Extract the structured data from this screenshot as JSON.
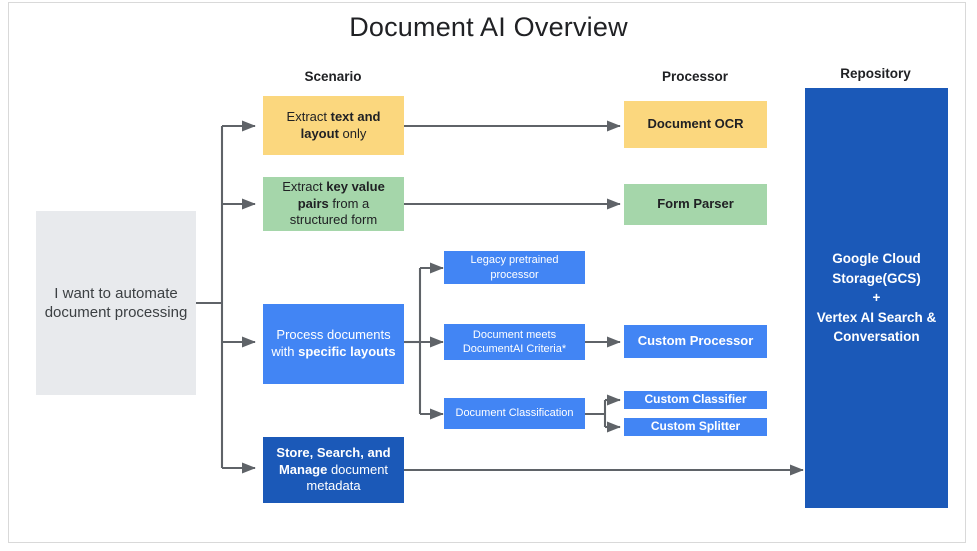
{
  "title": "Document AI Overview",
  "columns": [
    {
      "id": "scenario",
      "label": "Scenario"
    },
    {
      "id": "processor",
      "label": "Processor"
    },
    {
      "id": "repository",
      "label": "Repository"
    }
  ],
  "entry": {
    "label": "I want to automate document processing",
    "color": "#E8EAED"
  },
  "scenarios": [
    {
      "id": "extract-text-layout",
      "prefix": "Extract ",
      "bold": "text and layout",
      "suffix": " only",
      "color": "#FBD77E"
    },
    {
      "id": "extract-key-value",
      "prefix": "Extract ",
      "bold": "key value pairs",
      "suffix": " from a structured form",
      "color": "#A5D6AA"
    },
    {
      "id": "process-specific-layouts",
      "prefix": "Process documents with ",
      "bold": "specific layouts",
      "suffix": "",
      "color": "#4285F4"
    },
    {
      "id": "store-search-manage",
      "prefix": "",
      "bold": "Store, Search, and Manage",
      "suffix": " document metadata",
      "color": "#1B59B8"
    }
  ],
  "middle": [
    {
      "id": "legacy-pretrained-processor",
      "label": "Legacy pretrained processor",
      "color": "#4285F4"
    },
    {
      "id": "document-meets-criteria",
      "label": "Document meets DocumentAI Criteria*",
      "color": "#4285F4"
    },
    {
      "id": "document-classification",
      "label": "Document Classification",
      "color": "#4285F4"
    }
  ],
  "processors": [
    {
      "id": "document-ocr",
      "label": "Document OCR",
      "color": "#FBD77E"
    },
    {
      "id": "form-parser",
      "label": "Form Parser",
      "color": "#A5D6AA"
    },
    {
      "id": "custom-processor",
      "label": "Custom Processor",
      "color": "#4285F4"
    },
    {
      "id": "custom-classifier",
      "label": "Custom Classifier",
      "color": "#4285F4"
    },
    {
      "id": "custom-splitter",
      "label": "Custom Splitter",
      "color": "#4285F4"
    }
  ],
  "repository": {
    "line1": "Google Cloud",
    "line2": "Storage(GCS)",
    "line3": "+",
    "line4": "Vertex AI Search &",
    "line5": "Conversation",
    "color": "#1B59B8"
  },
  "palette": {
    "yellow": "#FBD77E",
    "green": "#A5D6AA",
    "blue": "#4285F4",
    "dark_blue": "#1B59B8",
    "gray": "#E8EAED",
    "connector": "#5F6368",
    "frame": "#D9D9D9",
    "text_dark": "#202124",
    "background": "#FFFFFF"
  }
}
